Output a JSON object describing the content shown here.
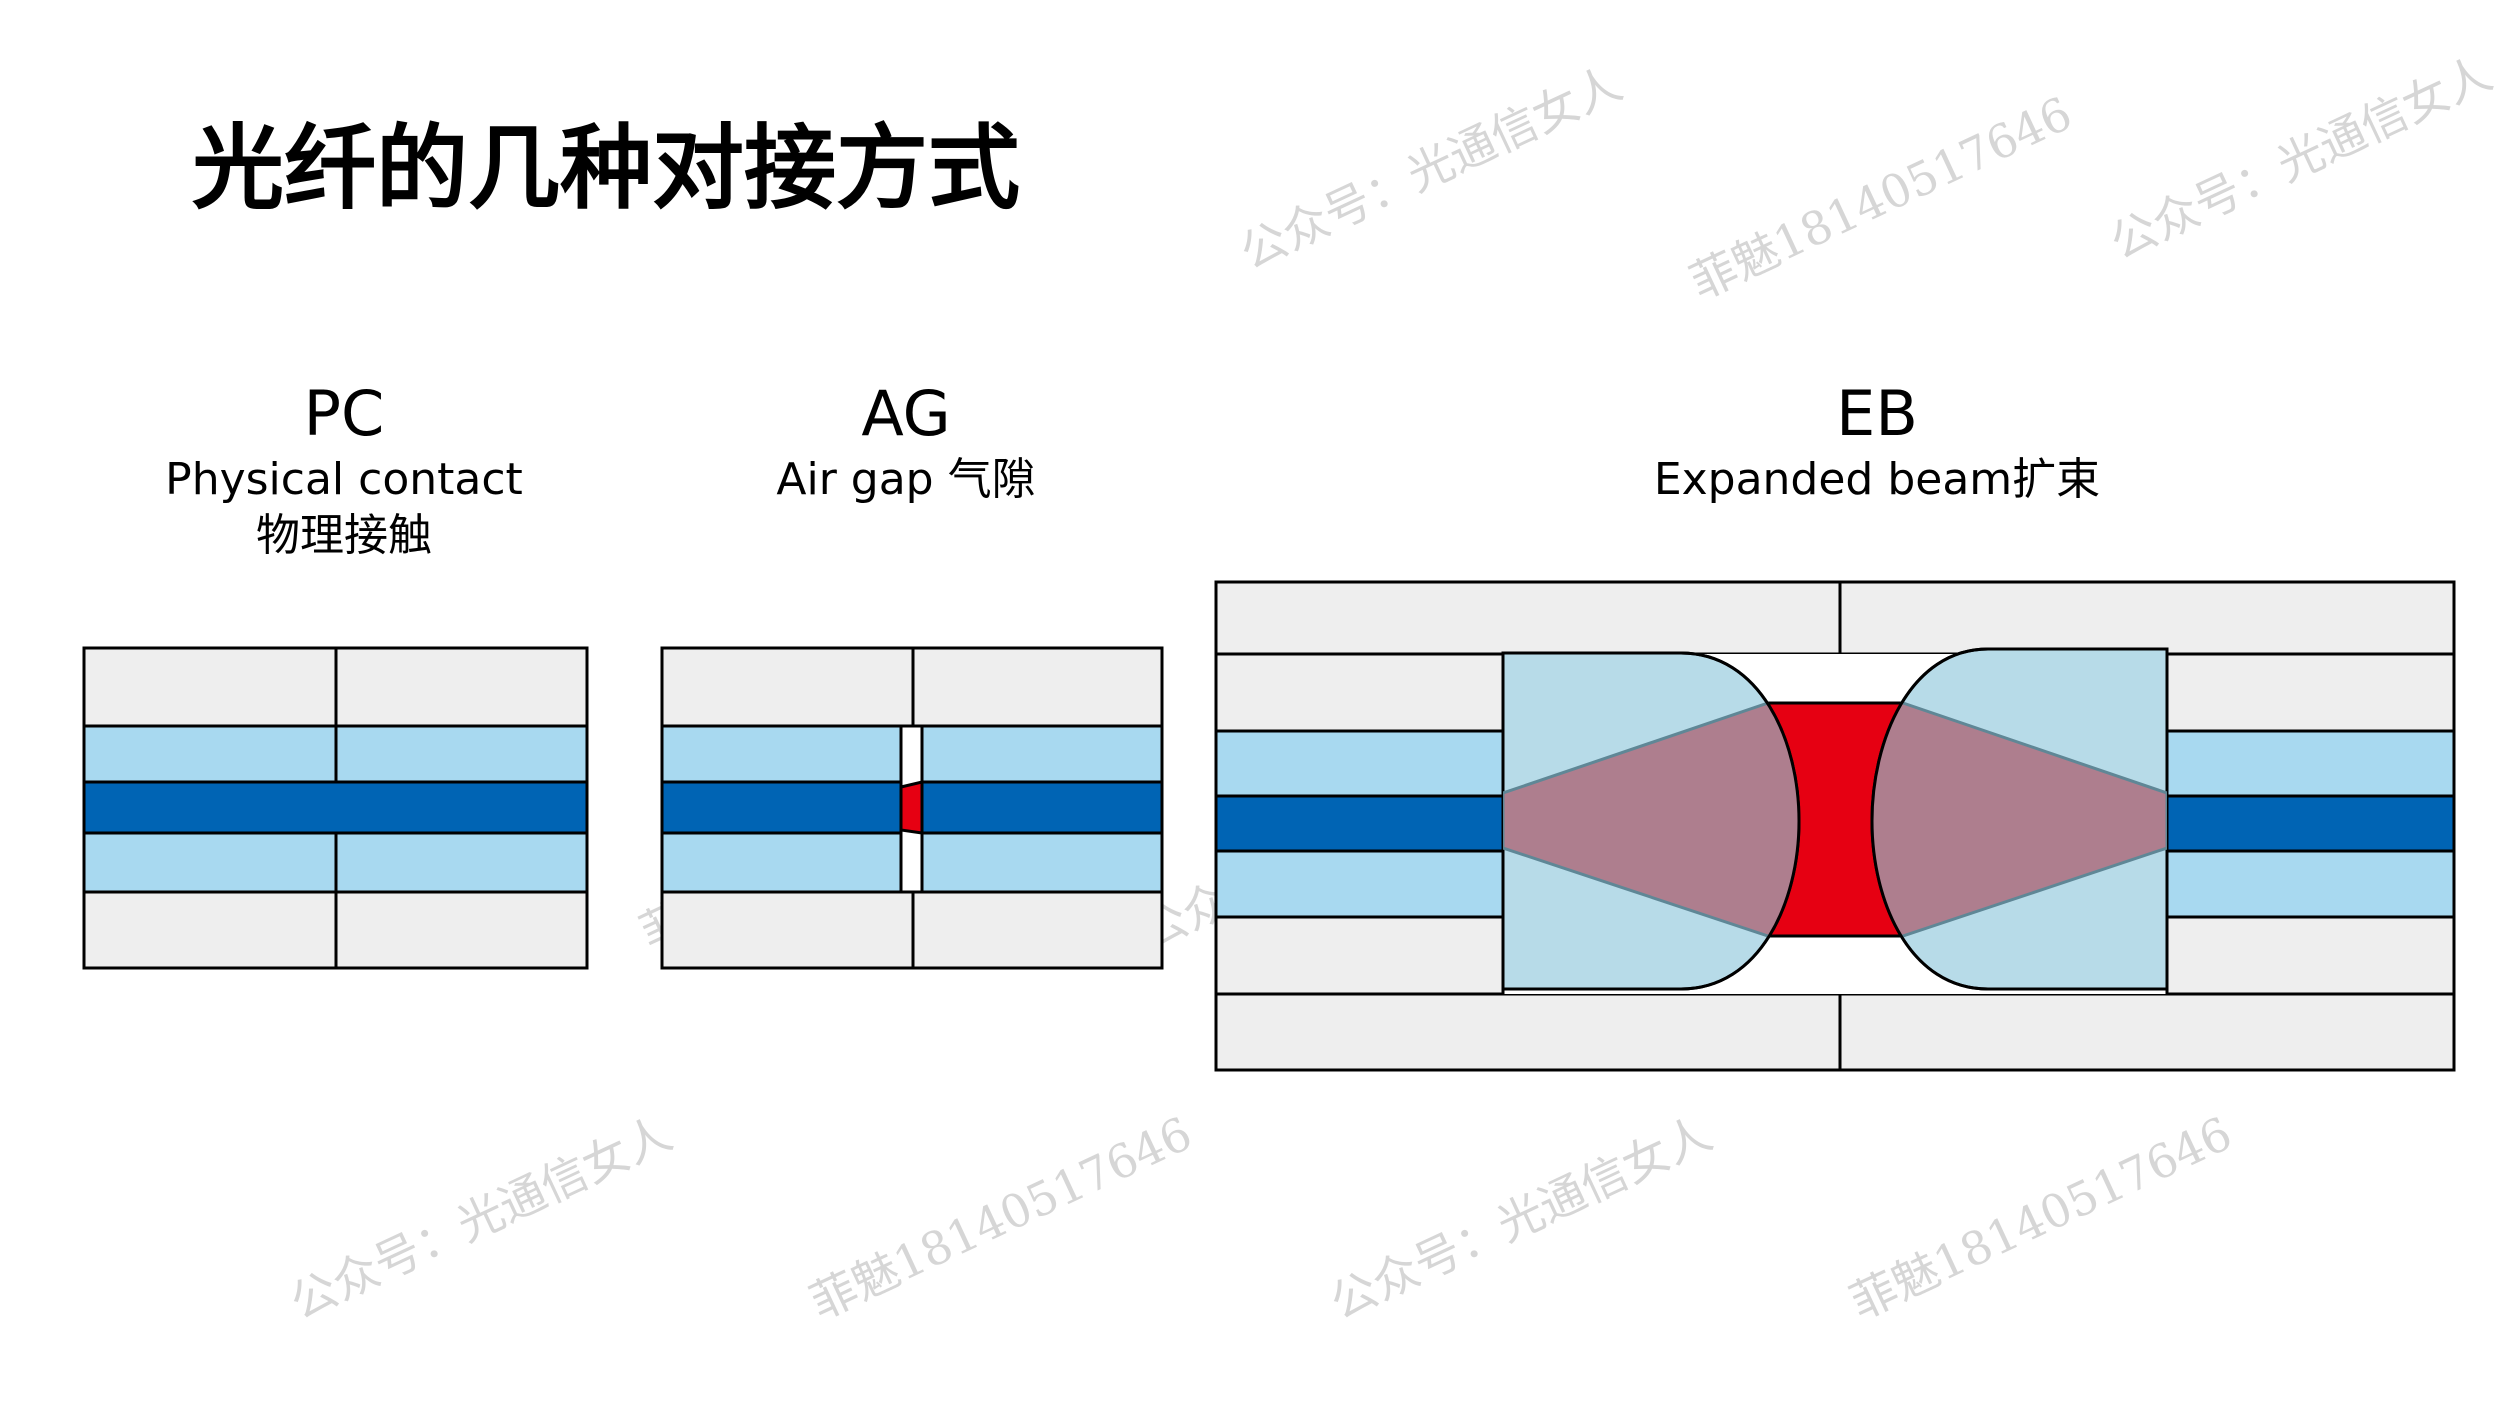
{
  "title": "光纤的几种对接方式",
  "sections": [
    {
      "code": "PC",
      "subtitle": "Physical contact",
      "subtitle_cn": "物理接触"
    },
    {
      "code": "AG",
      "subtitle": "Air gap 气隙"
    },
    {
      "code": "EB",
      "subtitle": "Expanded beam扩束"
    }
  ],
  "watermarks": [
    "公众号：光通信女人",
    "菲魅18140517646"
  ],
  "colors": {
    "ferrule": "#eeeeee",
    "cladding": "#a8d9f0",
    "core": "#0064b4",
    "gap": "#e60012",
    "lens": "#b7dbe8",
    "beam": "#ae7e8e"
  }
}
